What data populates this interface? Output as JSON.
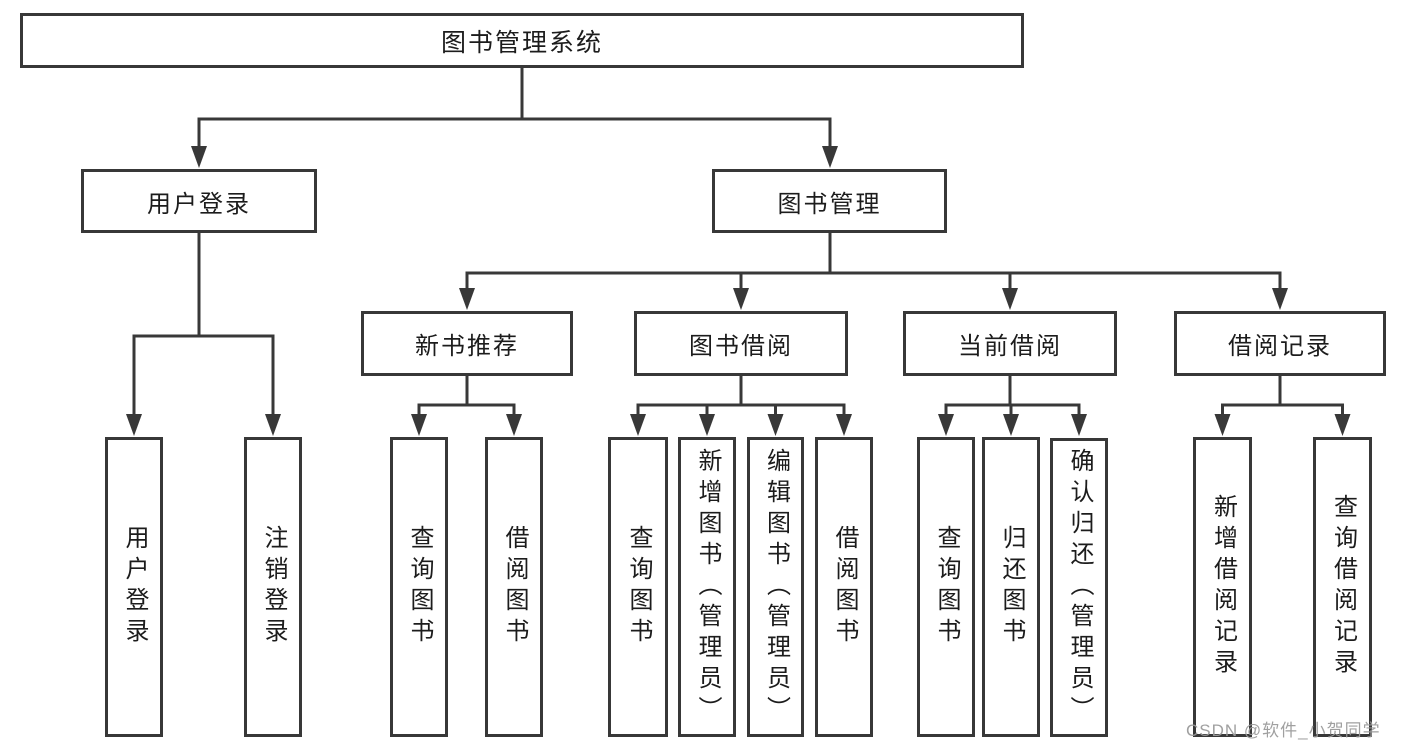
{
  "colors": {
    "background": "#ffffff",
    "line": "#383838",
    "text": "#1c1c1c",
    "watermark": "#9b9b9b"
  },
  "watermark": {
    "text": "CSDN @软件_小贺同学"
  },
  "tree": {
    "root": {
      "label": "图书管理系统"
    },
    "branches": [
      {
        "label": "用户登录",
        "children": [
          {
            "label": "用户登录"
          },
          {
            "label": "注销登录"
          }
        ]
      },
      {
        "label": "图书管理",
        "children": [
          {
            "label": "新书推荐",
            "children": [
              {
                "label": "查询图书"
              },
              {
                "label": "借阅图书"
              }
            ]
          },
          {
            "label": "图书借阅",
            "children": [
              {
                "label": "查询图书"
              },
              {
                "label": "新增图书（管理员）"
              },
              {
                "label": "编辑图书（管理员）"
              },
              {
                "label": "借阅图书"
              }
            ]
          },
          {
            "label": "当前借阅",
            "children": [
              {
                "label": "查询图书"
              },
              {
                "label": "归还图书"
              },
              {
                "label": "确认归还（管理员）"
              }
            ]
          },
          {
            "label": "借阅记录",
            "children": [
              {
                "label": "新增借阅记录"
              },
              {
                "label": "查询借阅记录"
              }
            ]
          }
        ]
      }
    ]
  }
}
